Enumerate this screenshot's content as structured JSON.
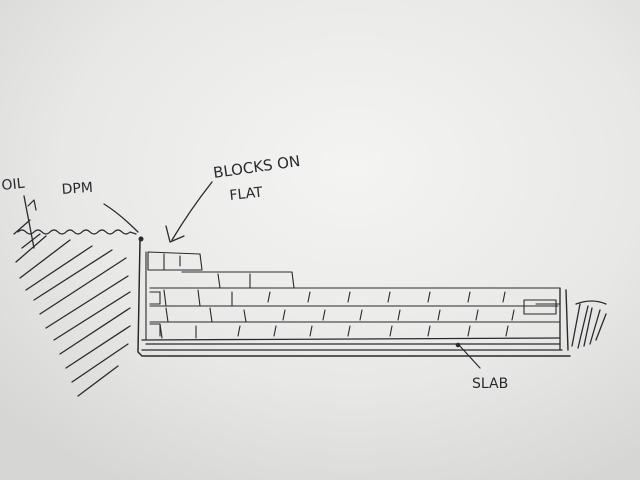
{
  "labels": {
    "soil": "OIL",
    "dpm": "DPM",
    "blocks_line1": "BLOCKS ON",
    "blocks_line2": "FLAT",
    "slab": "SLAB"
  },
  "colors": {
    "paper": "#e9e9e7",
    "ink": "#2a2a2e"
  }
}
